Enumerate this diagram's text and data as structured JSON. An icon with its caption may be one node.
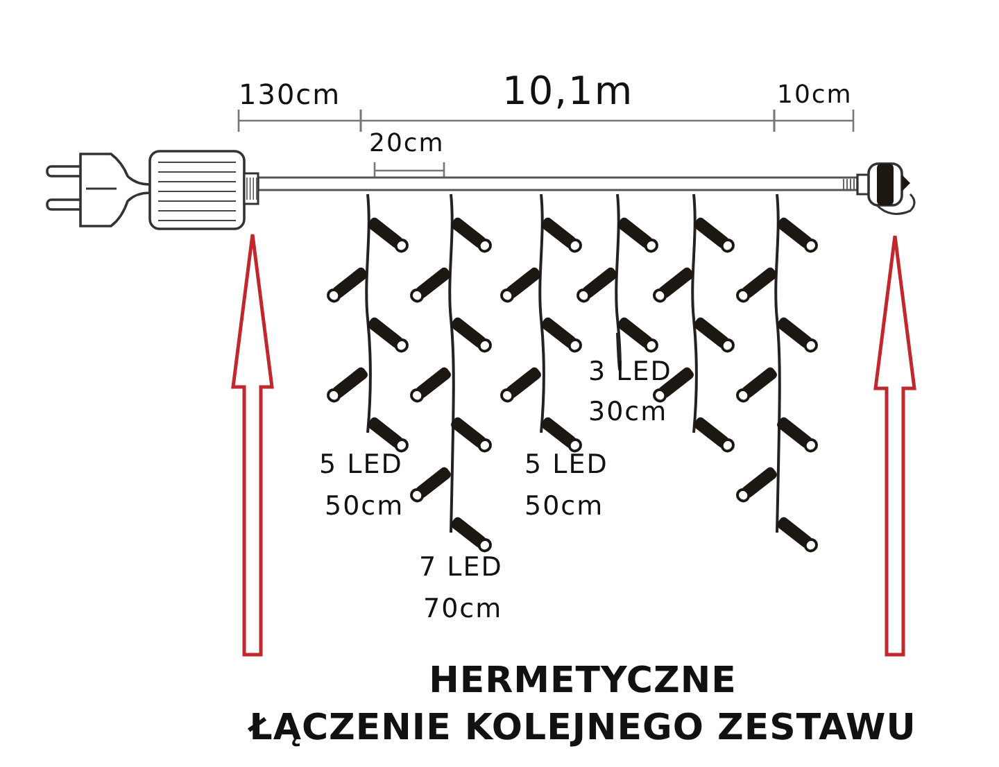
{
  "diagram": {
    "nodes": [
      {
        "text": [],
        "shape": "picture"
      },
      {
        "text": [],
        "shape": "picture"
      }
    ],
    "edges": [
      {
        "from": null,
        "to": 0,
        "arrow": "to"
      },
      {
        "from": null,
        "to": 1,
        "arrow": "to"
      }
    ],
    "labels": [
      "130cm",
      "10,1m",
      "10cm",
      "20cm",
      "3 LED",
      "30cm",
      "5 LED",
      "50cm",
      "5 LED",
      "50cm",
      "7 LED",
      "70cm",
      "HERMETYCZNE",
      "ŁĄCZENIE KOLEJNEGO ZESTAWU"
    ]
  }
}
